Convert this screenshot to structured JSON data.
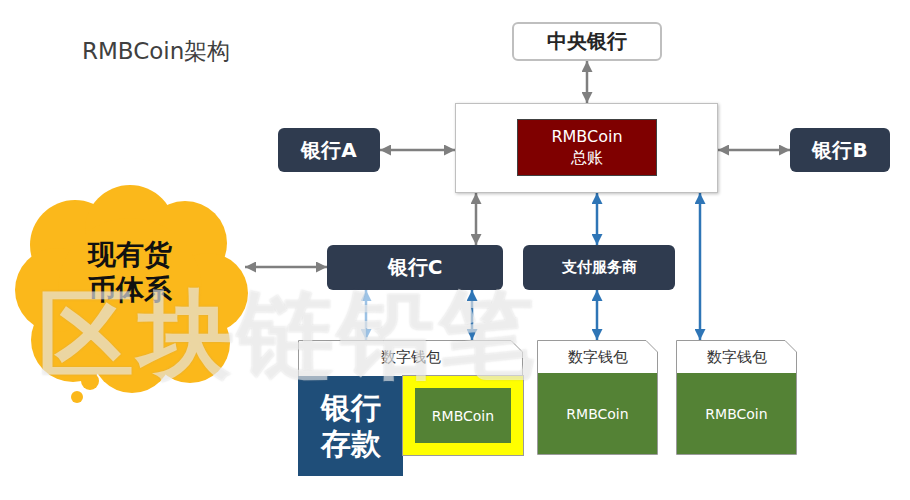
{
  "diagram": {
    "title": "RMBCoin架构",
    "nodes": [
      {
        "text": [
          "中央银行"
        ]
      },
      {
        "text": []
      },
      {
        "text": [
          "RMBCoin 总账"
        ],
        "in": 1
      },
      {
        "text": [
          "银行A"
        ]
      },
      {
        "text": [
          "银行B"
        ]
      },
      {
        "text": [
          "现有货币体系"
        ]
      },
      {
        "text": [
          "银行C"
        ]
      },
      {
        "text": [
          "支付服务商"
        ]
      },
      {
        "text": [
          "数字钱包"
        ]
      },
      {
        "text": [
          "银行存款"
        ],
        "in": 8
      },
      {
        "text": [
          "RMBCoin"
        ],
        "in": 8
      },
      {
        "text": [
          "数字钱包"
        ]
      },
      {
        "text": [
          "RMBCoin"
        ],
        "in": 11
      },
      {
        "text": [
          "数字钱包"
        ]
      },
      {
        "text": [
          "RMBCoin"
        ],
        "in": 13
      }
    ],
    "edges": [
      {
        "from": 0,
        "to": 1,
        "arrow": "both"
      },
      {
        "from": 3,
        "to": 1,
        "arrow": "both"
      },
      {
        "from": 1,
        "to": 4,
        "arrow": "both"
      },
      {
        "from": 5,
        "to": 6,
        "arrow": "both"
      },
      {
        "from": 6,
        "to": 1,
        "arrow": "both"
      },
      {
        "from": 7,
        "to": 1,
        "arrow": "both"
      },
      {
        "from": 13,
        "to": 1,
        "arrow": "both"
      },
      {
        "from": 6,
        "to": 8,
        "arrow": "both"
      },
      {
        "from": 6,
        "to": 8,
        "arrow": "both"
      },
      {
        "from": 7,
        "to": 11,
        "arrow": "both"
      }
    ],
    "labels": [
      "区块链铅笔"
    ]
  }
}
